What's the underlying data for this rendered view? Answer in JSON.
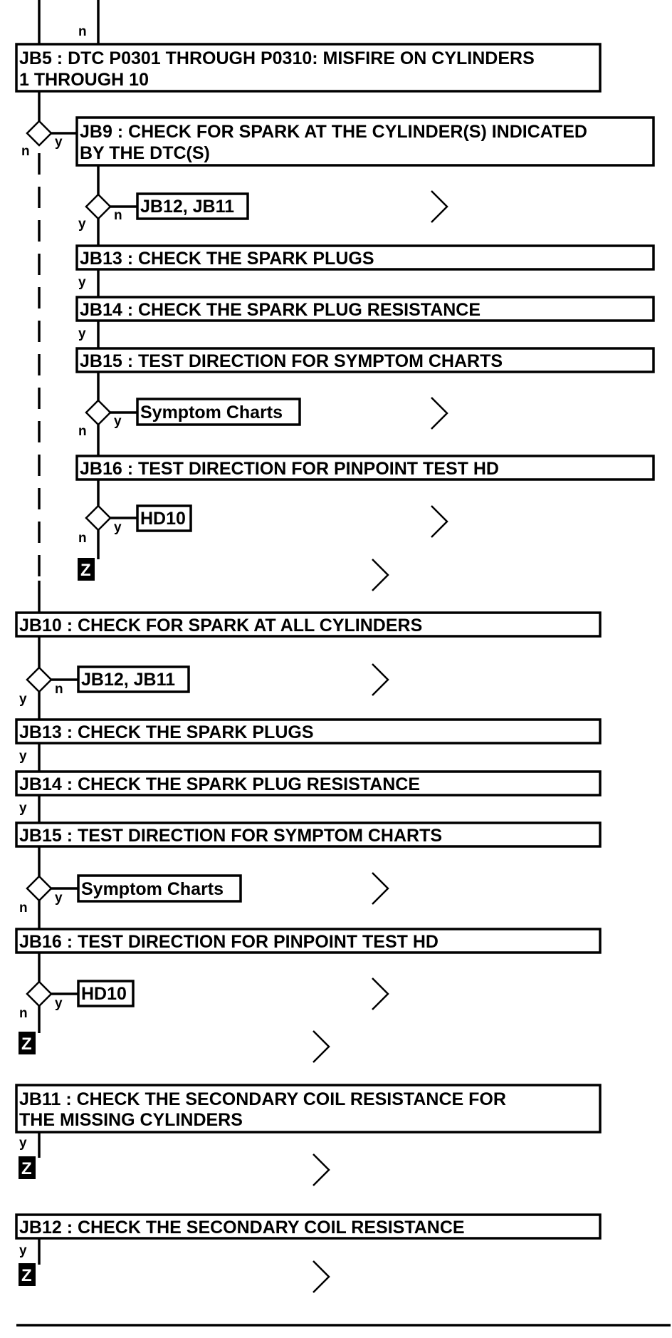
{
  "steps": {
    "jb5": {
      "line1": "JB5 : DTC P0301 THROUGH P0310: MISFIRE ON CYLINDERS",
      "line2": "1 THROUGH 10"
    },
    "jb9": {
      "line1": "JB9 : CHECK FOR SPARK AT THE CYLINDER(S) INDICATED",
      "line2": "BY THE DTC(S)"
    },
    "jb13_a": "JB13 : CHECK THE SPARK PLUGS",
    "jb14_a": "JB14 : CHECK THE SPARK PLUG RESISTANCE",
    "jb15_a": "JB15 : TEST DIRECTION FOR SYMPTOM CHARTS",
    "jb16_a": "JB16 : TEST DIRECTION FOR PINPOINT TEST HD",
    "jb10": "JB10 : CHECK FOR SPARK AT ALL CYLINDERS",
    "jb13_b": "JB13 : CHECK THE SPARK PLUGS",
    "jb14_b": "JB14 : CHECK THE SPARK PLUG RESISTANCE",
    "jb15_b": "JB15 : TEST DIRECTION FOR SYMPTOM CHARTS",
    "jb16_b": "JB16 : TEST DIRECTION FOR PINPOINT TEST HD",
    "jb11": {
      "line1": "JB11 : CHECK THE SECONDARY COIL RESISTANCE FOR",
      "line2": "THE MISSING CYLINDERS"
    },
    "jb12": "JB12 : CHECK THE SECONDARY COIL RESISTANCE"
  },
  "links": {
    "jb12_jb11_a": "JB12, JB11",
    "symptom_a": "Symptom Charts",
    "hd10_a": "HD10",
    "jb12_jb11_b": "JB12, JB11",
    "symptom_b": "Symptom Charts",
    "hd10_b": "HD10"
  },
  "labels": {
    "yes": "y",
    "no": "n",
    "terminal": "Z"
  }
}
